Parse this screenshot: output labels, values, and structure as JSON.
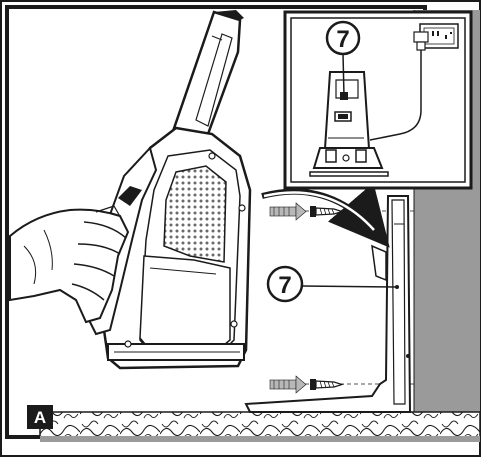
{
  "figure": {
    "panel_label": "A",
    "callout_inset": "7",
    "callout_main": "7"
  },
  "colors": {
    "wall": "#9a9a9a",
    "outline": "#1b1b1b",
    "arrow_fill": "#b8b8b8",
    "glove": "#ffffff"
  }
}
